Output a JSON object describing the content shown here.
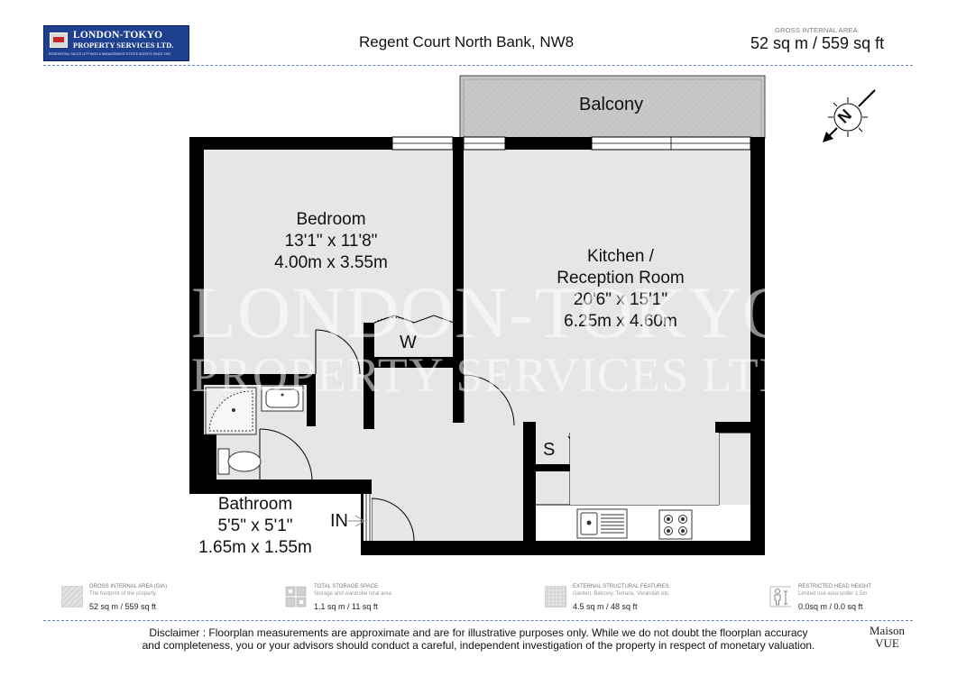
{
  "header": {
    "logo_name": "LONDON-TOKYO",
    "logo_subtitle": "PROPERTY SERVICES LTD.",
    "logo_line": "RESIDENTIAL SALES  LETTINGS & MANAGEMENT ESTATE AGENTS SINCE 1987",
    "title": "Regent Court North Bank, NW8",
    "gia_caption": "GROSS INTERNAL AREA",
    "gia_value": "52 sq m / 559 sq ft"
  },
  "plan": {
    "balcony": "Balcony",
    "bedroom": {
      "name": "Bedroom",
      "imperial": "13'1\" x 11'8\"",
      "metric": "4.00m x 3.55m"
    },
    "kitchen": {
      "name_line1": "Kitchen /",
      "name_line2": "Reception Room",
      "imperial": "20'6\" x 15'1\"",
      "metric": "6.25m x 4.60m"
    },
    "bathroom": {
      "name": "Bathroom",
      "imperial": "5'5\" x 5'1\"",
      "metric": "1.65m x 1.55m"
    },
    "wardrobe": "W",
    "storage": "S",
    "entrance": "IN",
    "compass": "N",
    "watermark_line1": "LONDON-TOKYO",
    "watermark_line2": "PROPERTY SERVICES LTD"
  },
  "legend": [
    {
      "title": "GROSS INTERNAL AREA (GIA)",
      "desc": "The footprint of the property",
      "value": "52 sq m / 559 sq ft",
      "icon": "hatched-area-icon"
    },
    {
      "title": "TOTAL STORAGE SPACE",
      "desc": "Storage and wardrobe total area",
      "value": "1.1 sq m / 11 sq ft",
      "icon": "storage-icon"
    },
    {
      "title": "EXTERNAL STRUCTURAL FEATURES",
      "desc": "Garden, Balcony, Terrace, Verandah etc.",
      "value": "4.5 sq m / 48 sq ft",
      "icon": "grid-icon"
    },
    {
      "title": "RESTRICTED HEAD HEIGHT",
      "desc": "Limited use area under 1.5m",
      "value": "0.0sq m / 0.0 sq ft",
      "icon": "head-height-icon"
    }
  ],
  "disclaimer_line1": "Disclaimer : Floorplan measurements are approximate and are for illustrative purposes only. While we do not doubt the floorplan accuracy",
  "disclaimer_line2": "and completeness, you or your advisors should conduct a careful, independent investigation of the property in respect of monetary valuation.",
  "brand_line1": "Maison",
  "brand_line2": "VUE",
  "colors": {
    "logo_blue": "#1f3f8f",
    "wall": "#000000",
    "floor": "#e6e6e6",
    "balcony": "#c8c8c8",
    "rule": "#6a86a8"
  }
}
